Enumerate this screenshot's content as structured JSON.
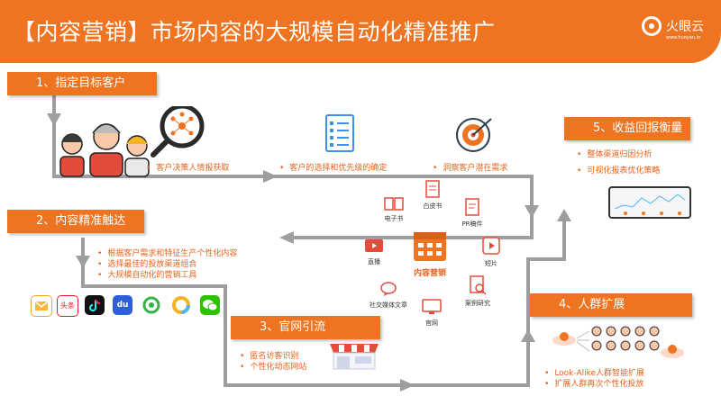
{
  "header": {
    "title": "【内容营销】市场内容的大规模自动化精准推广"
  },
  "logo": {
    "name": "火眼云",
    "url": "www.huoyan.io"
  },
  "stages": {
    "s1": {
      "label": "1、指定目标客户"
    },
    "s2": {
      "label": "2、内容精准触达"
    },
    "s3": {
      "label": "3、官网引流"
    },
    "s4": {
      "label": "4、人群扩展"
    },
    "s5": {
      "label": "5、收益回报衡量"
    }
  },
  "bullets": {
    "b1": "客户决策人情报获取",
    "b2": "客户的选择和优先级的确定",
    "b3": "洞察客户潜在需求",
    "b4": "根据客户需求和特征生产个性化内容",
    "b5": "选择最佳的投放渠道组合",
    "b6": "大规模自动化的营销工具",
    "b7": "匿名访客识别",
    "b8": "个性化动态网站",
    "b9": "Look-Alike人群智能扩展",
    "b10": "扩展人群再次个性化投放",
    "b11": "整体渠道归因分析",
    "b12": "可视化报表优化策略"
  },
  "content_types": {
    "ebook": "电子书",
    "whitepaper": "白皮书",
    "pr": "PR稿件",
    "live": "直播",
    "short_video": "短片",
    "center": "内容营销",
    "social": "社交媒体文章",
    "case": "案例研究",
    "website": "官网"
  },
  "platforms": {
    "toutiao": "头条",
    "baidu": "du"
  },
  "colors": {
    "orange": "#ef7421",
    "text_orange": "#e8641c",
    "flow_gray": "#9e9e9e"
  }
}
